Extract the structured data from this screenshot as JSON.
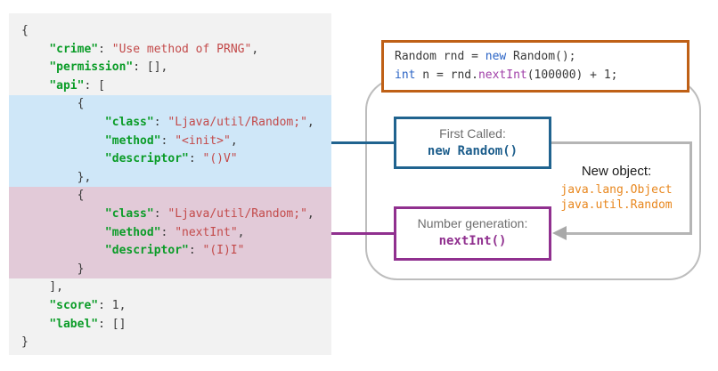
{
  "json_panel": {
    "lines": [
      {
        "hl": "none",
        "tokens": [
          {
            "c": "plain",
            "t": "{"
          }
        ]
      },
      {
        "hl": "none",
        "tokens": [
          {
            "c": "plain",
            "t": "    "
          },
          {
            "c": "key",
            "t": "\"crime\""
          },
          {
            "c": "plain",
            "t": ": "
          },
          {
            "c": "str",
            "t": "\"Use method of PRNG\""
          },
          {
            "c": "plain",
            "t": ","
          }
        ]
      },
      {
        "hl": "none",
        "tokens": [
          {
            "c": "plain",
            "t": "    "
          },
          {
            "c": "key",
            "t": "\"permission\""
          },
          {
            "c": "plain",
            "t": ": [],"
          }
        ]
      },
      {
        "hl": "none",
        "tokens": [
          {
            "c": "plain",
            "t": "    "
          },
          {
            "c": "key",
            "t": "\"api\""
          },
          {
            "c": "plain",
            "t": ": ["
          }
        ]
      },
      {
        "hl": "blue",
        "tokens": [
          {
            "c": "plain",
            "t": "        {"
          }
        ]
      },
      {
        "hl": "blue",
        "tokens": [
          {
            "c": "plain",
            "t": "            "
          },
          {
            "c": "key",
            "t": "\"class\""
          },
          {
            "c": "plain",
            "t": ": "
          },
          {
            "c": "str",
            "t": "\"Ljava/util/Random;\""
          },
          {
            "c": "plain",
            "t": ","
          }
        ]
      },
      {
        "hl": "blue",
        "tokens": [
          {
            "c": "plain",
            "t": "            "
          },
          {
            "c": "key",
            "t": "\"method\""
          },
          {
            "c": "plain",
            "t": ": "
          },
          {
            "c": "str",
            "t": "\"<init>\""
          },
          {
            "c": "plain",
            "t": ","
          }
        ]
      },
      {
        "hl": "blue",
        "tokens": [
          {
            "c": "plain",
            "t": "            "
          },
          {
            "c": "key",
            "t": "\"descriptor\""
          },
          {
            "c": "plain",
            "t": ": "
          },
          {
            "c": "str",
            "t": "\"()V\""
          }
        ]
      },
      {
        "hl": "blue",
        "tokens": [
          {
            "c": "plain",
            "t": "        },"
          }
        ]
      },
      {
        "hl": "pink",
        "tokens": [
          {
            "c": "plain",
            "t": "        {"
          }
        ]
      },
      {
        "hl": "pink",
        "tokens": [
          {
            "c": "plain",
            "t": "            "
          },
          {
            "c": "key",
            "t": "\"class\""
          },
          {
            "c": "plain",
            "t": ": "
          },
          {
            "c": "str",
            "t": "\"Ljava/util/Random;\""
          },
          {
            "c": "plain",
            "t": ","
          }
        ]
      },
      {
        "hl": "pink",
        "tokens": [
          {
            "c": "plain",
            "t": "            "
          },
          {
            "c": "key",
            "t": "\"method\""
          },
          {
            "c": "plain",
            "t": ": "
          },
          {
            "c": "str",
            "t": "\"nextInt\""
          },
          {
            "c": "plain",
            "t": ","
          }
        ]
      },
      {
        "hl": "pink",
        "tokens": [
          {
            "c": "plain",
            "t": "            "
          },
          {
            "c": "key",
            "t": "\"descriptor\""
          },
          {
            "c": "plain",
            "t": ": "
          },
          {
            "c": "str",
            "t": "\"(I)I\""
          }
        ]
      },
      {
        "hl": "pink",
        "tokens": [
          {
            "c": "plain",
            "t": "        }"
          }
        ]
      },
      {
        "hl": "none",
        "tokens": [
          {
            "c": "plain",
            "t": "    ],"
          }
        ]
      },
      {
        "hl": "none",
        "tokens": [
          {
            "c": "plain",
            "t": "    "
          },
          {
            "c": "key",
            "t": "\"score\""
          },
          {
            "c": "plain",
            "t": ": 1,"
          }
        ]
      },
      {
        "hl": "none",
        "tokens": [
          {
            "c": "plain",
            "t": "    "
          },
          {
            "c": "key",
            "t": "\"label\""
          },
          {
            "c": "plain",
            "t": ": []"
          }
        ]
      },
      {
        "hl": "none",
        "tokens": [
          {
            "c": "plain",
            "t": "}"
          }
        ]
      }
    ]
  },
  "snippet": {
    "lines": [
      {
        "hl": "none",
        "tokens": [
          {
            "c": "plain",
            "t": "Random rnd = "
          },
          {
            "c": "kw",
            "t": "new"
          },
          {
            "c": "plain",
            "t": " Random();"
          }
        ]
      },
      {
        "hl": "none",
        "tokens": [
          {
            "c": "kw",
            "t": "int"
          },
          {
            "c": "plain",
            "t": " n = rnd."
          },
          {
            "c": "fn",
            "t": "nextInt"
          },
          {
            "c": "plain",
            "t": "(100000) + 1;"
          }
        ]
      }
    ]
  },
  "first_box": {
    "title": "First Called:",
    "code": "new Random()"
  },
  "number_box": {
    "title": "Number generation:",
    "code": "nextInt()"
  },
  "new_object": {
    "label": "New object:",
    "types": [
      "java.lang.Object",
      "java.util.Random"
    ]
  },
  "colors": {
    "json_bg": "#f2f2f2",
    "highlight_init": "#cfe7f8",
    "highlight_nextint": "#e2cad8",
    "json_key": "#0a9c27",
    "json_string": "#c34a4a",
    "snippet_border": "#bf6016",
    "first_box_border": "#20638f",
    "number_box_border": "#90308f",
    "object_types": "#e8871e",
    "frame_gray": "#bdbdbd"
  }
}
